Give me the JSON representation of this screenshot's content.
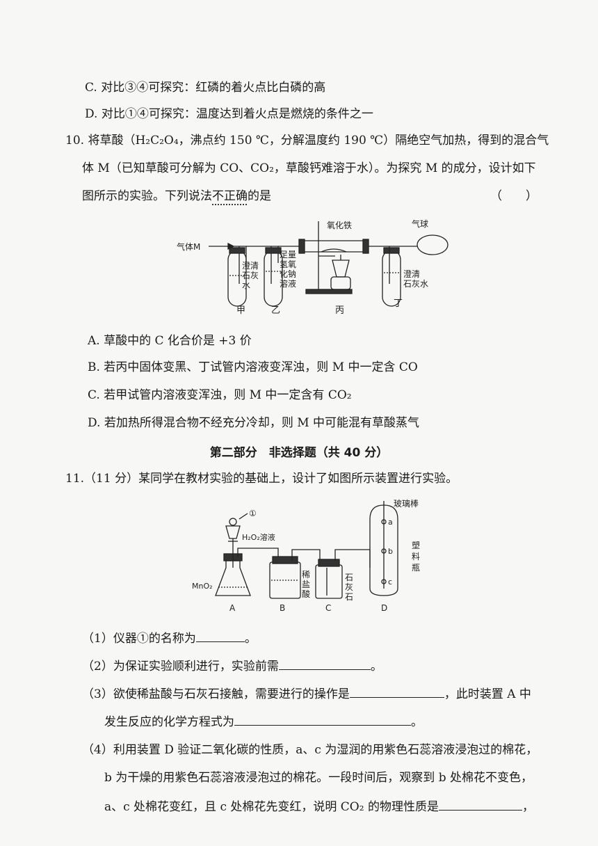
{
  "q9": {
    "optC": "C. 对比③④可探究：红磷的着火点比白磷的高",
    "optD": "D. 对比①④可探究：温度达到着火点是燃烧的条件之一"
  },
  "q10": {
    "stem_l1": "10. 将草酸（H₂C₂O₄，沸点约 150 ℃，分解温度约 190 ℃）隔绝空气加热，得到的混合气",
    "stem_l2": "体 M（已知草酸可分解为 CO、CO₂，草酸钙难溶于水）。为探究 M 的成分，设计如下",
    "stem_l3_a": "图所示的实验。下列说法",
    "stem_l3_b": "不正确",
    "stem_l3_c": "的是",
    "bracket": "（　　）",
    "diagram": {
      "gas_in": "气体M",
      "jia_liquid": [
        "澄清",
        "石灰",
        "水"
      ],
      "yi_liquid": [
        "足量",
        "氢氧",
        "化钠",
        "溶液"
      ],
      "bing_solid": "氧化铁",
      "ding_liquid": [
        "澄清",
        "石灰水"
      ],
      "balloon": "气球",
      "labels": [
        "甲",
        "乙",
        "丙",
        "丁"
      ]
    },
    "optA": "A. 草酸中的 C 化合价是 +3 价",
    "optB": "B. 若丙中固体变黑、丁试管内溶液变浑浊，则 M 中一定含 CO",
    "optC": "C. 若甲试管内溶液变浑浊，则 M 中一定含有 CO₂",
    "optD": "D. 若加热所得混合物不经充分冷却，则 M 中可能混有草酸蒸气"
  },
  "part2": {
    "title": "第二部分　非选择题（共 40 分）"
  },
  "q11": {
    "stem": "11.（11 分）某同学在教材实验的基础上，设计了如图所示装置进行实验。",
    "diagram": {
      "circle1": "①",
      "h2o2": "H₂O₂溶液",
      "mno2": "MnO₂",
      "hcl": [
        "稀",
        "盐",
        "酸"
      ],
      "limestone": [
        "石",
        "灰",
        "石"
      ],
      "glass_rod": "玻璃棒",
      "bottle": [
        "塑",
        "料",
        "瓶"
      ],
      "points": [
        "a",
        "b",
        "c"
      ],
      "labels": [
        "A",
        "B",
        "C",
        "D"
      ]
    },
    "p1_a": "（1）仪器①的名称为",
    "p1_b": "。",
    "p2_a": "（2）为保证实验顺利进行，实验前需",
    "p2_b": "。",
    "p3_a": "（3）欲使稀盐酸与石灰石接触，需要进行的操作是",
    "p3_b": "，此时装置 A 中",
    "p3_c": "发生反应的化学方程式为",
    "p3_d": "。",
    "p4_l1": "（4）利用装置 D 验证二氧化碳的性质，a、c 为湿润的用紫色石蕊溶液浸泡过的棉花，",
    "p4_l2": "b 为干燥的用紫色石蕊溶液浸泡过的棉花。一段时间后，观察到 b 处棉花不变色，",
    "p4_l3_a": "a、c 处棉花变红，且 c 处棉花先变红，说明 CO₂ 的物理性质是",
    "p4_l3_b": "，"
  }
}
